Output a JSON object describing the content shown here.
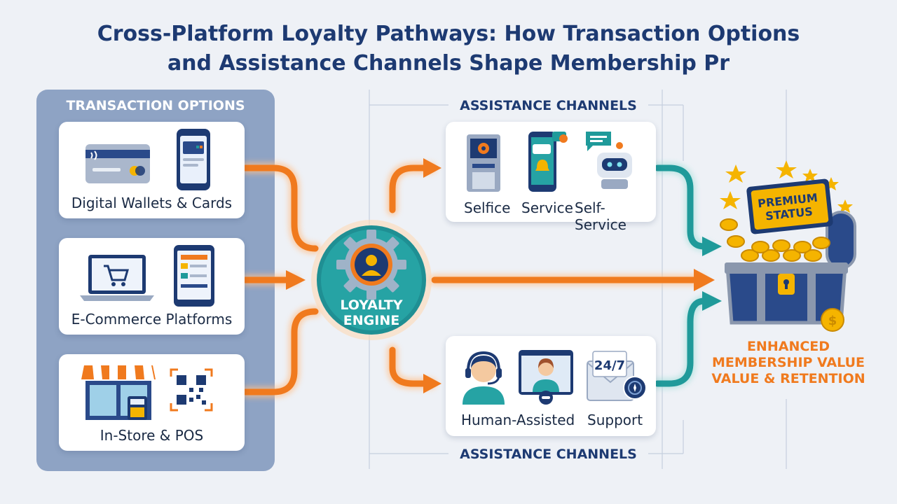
{
  "title": {
    "line1": "Cross-Platform Loyalty Pathways: How Transaction Options",
    "line2": "and Assistance Channels Shape Membership Pr"
  },
  "transaction_options": {
    "heading": "TRANSACTION OPTIONS",
    "items": [
      {
        "label": "Digital Wallets & Cards",
        "icons": [
          "credit-card-icon",
          "smartphone-icon"
        ]
      },
      {
        "label": "E-Commerce Platforms",
        "icons": [
          "laptop-cart-icon",
          "tablet-icon"
        ]
      },
      {
        "label": "In-Store & POS",
        "icons": [
          "storefront-icon",
          "qr-code-icon",
          "card-reader-icon"
        ]
      }
    ]
  },
  "engine": {
    "line1": "LOYALTY",
    "line2": "ENGINE"
  },
  "assistance_top": {
    "heading": "ASSISTANCE CHANNELS",
    "labels": [
      "Selfice",
      "Service",
      "Self-Service"
    ],
    "icons": [
      "kiosk-icon",
      "phone-chat-icon",
      "chatbot-icon"
    ]
  },
  "assistance_bottom": {
    "heading": "ASSISTANCE CHANNELS",
    "labels": [
      "Human-Assisted",
      "Support"
    ],
    "icons": [
      "headset-agent-icon",
      "video-call-icon",
      "email-24-7-icon"
    ],
    "badge": "24/7"
  },
  "outcome": {
    "premium_line1": "PREMIUM",
    "premium_line2": "STATUS",
    "line1": "ENHANCED",
    "line2": "MEMBERSHIP VALUE",
    "line3": "VALUE & RETENTION"
  },
  "colors": {
    "navy": "#1d3a72",
    "orange": "#f07a1e",
    "teal": "#1f9a9a",
    "panel": "#8ea3c4",
    "gold": "#f5b400"
  }
}
